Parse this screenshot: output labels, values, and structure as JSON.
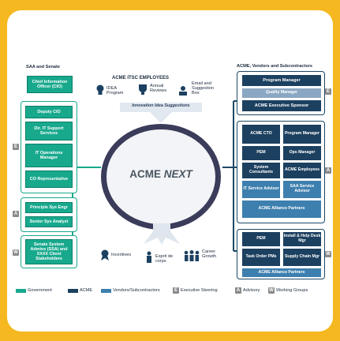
{
  "left": {
    "title": "SAA and Senate",
    "cio": "Chief Information Officer (CIO)",
    "deputy": "Deputy CIO",
    "dir_it": "Dir. IT Support Services",
    "it_ops": "IT Operations Manager",
    "co_rep": "CO Representative",
    "principal": "Principle Sys Engr",
    "senior": "Senior Sys Analyst",
    "admins": "Senate System Admins (SSA) and XXXX Client Stakeholders"
  },
  "center": {
    "title": "ACME ITSC EMPLOYEES",
    "idea": "IDEA Program",
    "reviews": "Annual Reviews",
    "email": "Email and Suggestion Box",
    "innovation": "Innovation Idea Suggestions",
    "hub_plain": "ACME ",
    "hub_italic": "NEXT",
    "incentives": "Incentives",
    "esprit": "Esprit de corps",
    "career": "Career Growth"
  },
  "right": {
    "title": "ACME, Vendors and Subcontractors",
    "program_manager": "Program Manager",
    "quality_manager": "Quality Manager",
    "exec_sponsor": "ACME Executive Sponsor",
    "cto": "ACME CTO",
    "prog_mgr2": "Program Manager",
    "pem": "PEM",
    "ops_mgr": "Ops Manager",
    "sys_consult": "System Consultants",
    "employees": "ACME Employees",
    "it_advisor": "IT Service Advisor",
    "saa_advisor": "SAA Service Advisor",
    "alliance": "ACME Alliance Partners",
    "pem2": "PEM",
    "install": "Install & Help Desk Mgr",
    "task_order": "Task Order PMs",
    "supply": "Supply Chain Mgr",
    "alliance2": "ACME Alliance Partners"
  },
  "tags": {
    "e": "E",
    "a": "A",
    "w": "W"
  },
  "legend": {
    "government": "Government",
    "acme": "ACME",
    "vendors": "Vendors/Subcontractors",
    "e_tag": "E",
    "exec": "Executive Steering",
    "a_tag": "A",
    "advisory": "Advisory",
    "w_tag": "W",
    "working": "Working Groups"
  },
  "colors": {
    "government": "#18a98d",
    "acme": "#1c4060",
    "vendors": "#3d7fae",
    "frame": "#f5b820",
    "tag": "#8a8a8a"
  }
}
